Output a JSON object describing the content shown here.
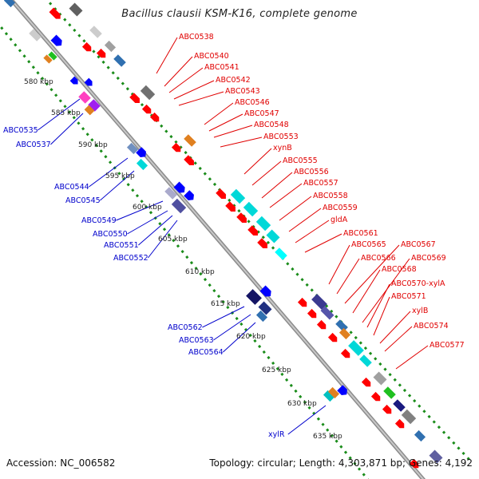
{
  "title": "Bacillus clausii KSM-K16, complete genome",
  "footer": {
    "accession": "Accession: NC_006582",
    "topology": "Topology: circular; Length: 4,303,871 bp; Genes: 4,192"
  },
  "colors": {
    "forward_label": "#e00000",
    "reverse_label": "#0000cc",
    "backbone": "#a0a0a0",
    "dots": "#1a8c1a",
    "cds_forward": "#ff0000",
    "cds_reverse": "#0000ff",
    "cyan": "#00d8d8",
    "dark_blue": "#141464",
    "gray": "#808080"
  },
  "kbp_ticks": [
    "580 kbp",
    "585 kbp",
    "590 kbp",
    "595 kbp",
    "600 kbp",
    "605 kbp",
    "610 kbp",
    "615 kbp",
    "620 kbp",
    "625 kbp",
    "630 kbp",
    "635 kbp"
  ],
  "forward_labels": [
    "ABC0538",
    "ABC0540",
    "ABC0541",
    "ABC0542",
    "ABC0543",
    "ABC0546",
    "ABC0547",
    "ABC0548",
    "ABC0553",
    "xynB",
    "ABC0555",
    "ABC0556",
    "ABC0557",
    "ABC0558",
    "ABC0559",
    "gldA",
    "ABC0561",
    "ABC0565",
    "ABC0566",
    "ABC0567",
    "ABC0568",
    "ABC0569",
    "ABC0570-xylA",
    "ABC0571",
    "xylB",
    "ABC0574",
    "ABC0577"
  ],
  "reverse_labels": [
    "ABC0535",
    "ABC0537",
    "ABC0544",
    "ABC0545",
    "ABC0549",
    "ABC0550",
    "ABC0551",
    "ABC0552",
    "ABC0562",
    "ABC0563",
    "ABC0564",
    "xylR"
  ]
}
